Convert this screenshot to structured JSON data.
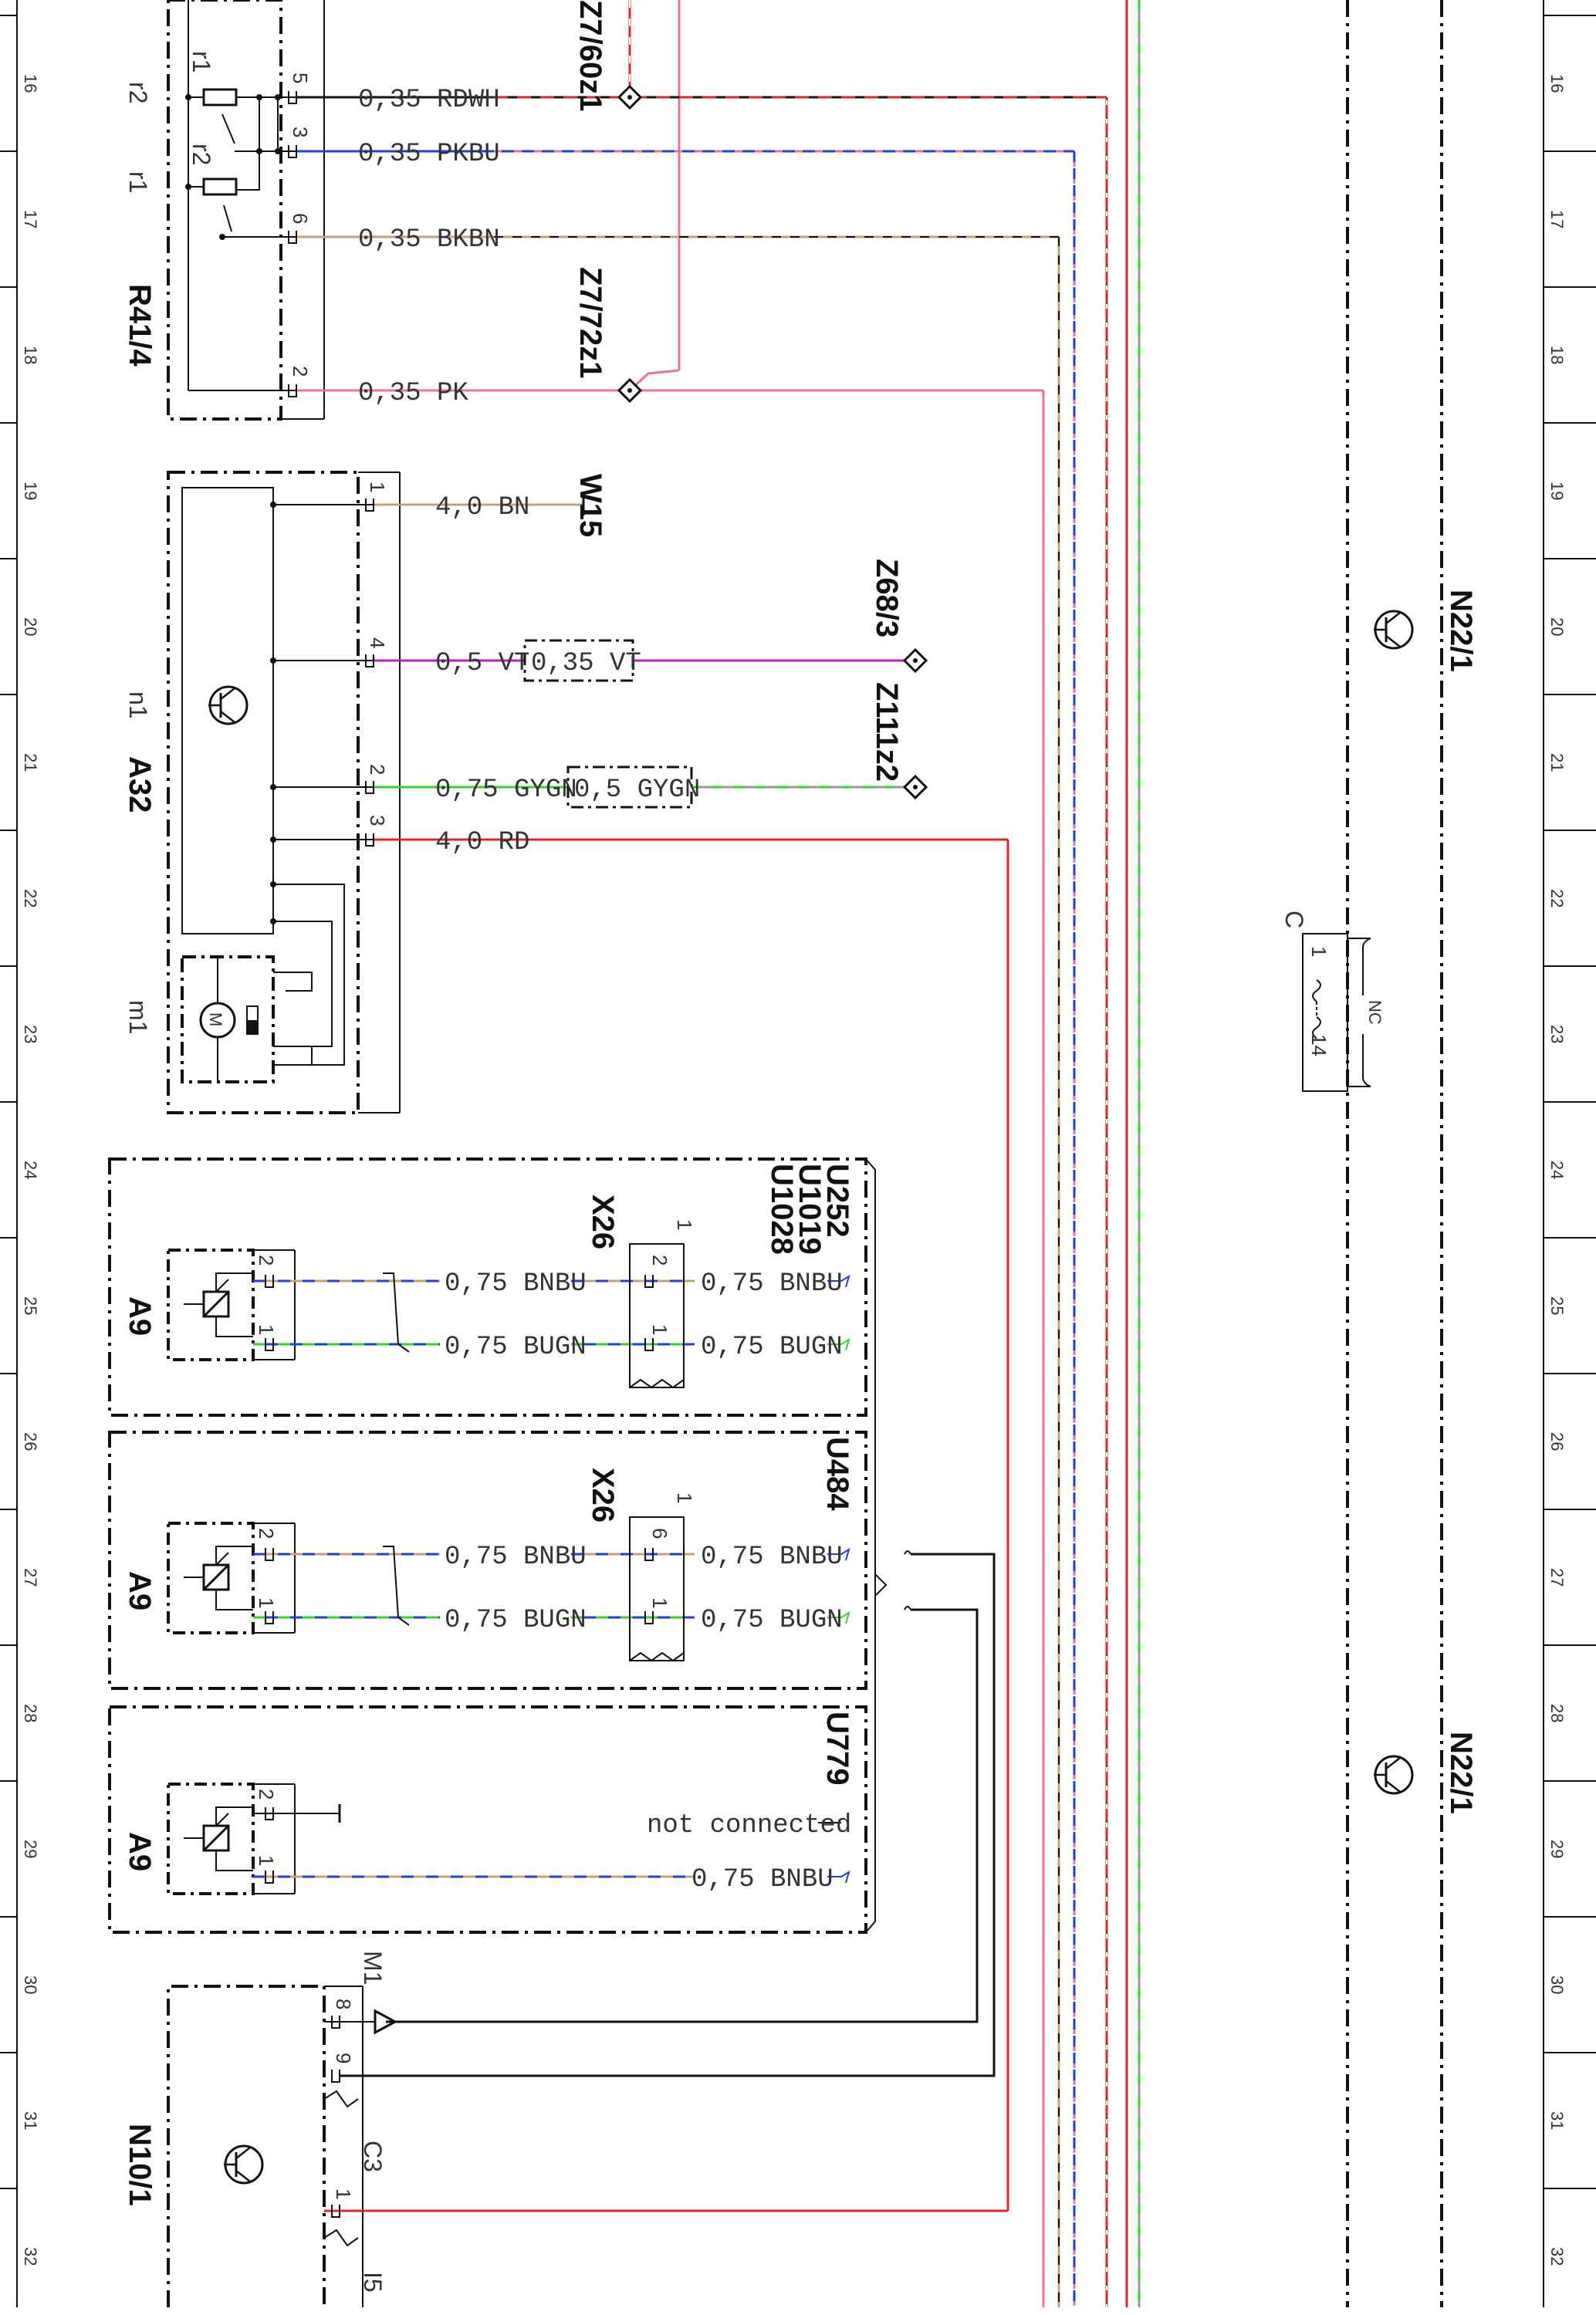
{
  "row_numbers": [
    "16",
    "17",
    "18",
    "19",
    "20",
    "21",
    "22",
    "23",
    "24",
    "25",
    "26",
    "27",
    "28",
    "29",
    "30",
    "31",
    "32"
  ],
  "components": {
    "r41": {
      "name": "R41/4",
      "sub1": "r1",
      "sub2": "r2",
      "int1": "r1",
      "int2": "r2",
      "pins": [
        "5",
        "3",
        "6",
        "2"
      ]
    },
    "a32": {
      "name": "A32",
      "n1": "n1",
      "m1": "m1",
      "motor": "M",
      "pins": [
        "1",
        "4",
        "2",
        "3"
      ]
    },
    "a9_top": {
      "name": "A9",
      "pins": [
        "2",
        "1"
      ]
    },
    "a9_mid": {
      "name": "A9",
      "pins": [
        "2",
        "1"
      ]
    },
    "a9_bot": {
      "name": "A9",
      "pins": [
        "2",
        "1"
      ]
    },
    "n10": {
      "name": "N10/1",
      "conn_m1": "M1",
      "conn_c3": "C3",
      "conn_i5": "I5",
      "pins": [
        "8",
        "9",
        "1"
      ]
    },
    "n22_top": {
      "name": "N22/1"
    },
    "n22_bot": {
      "name": "N22/1"
    },
    "switch": {
      "label_c": "C",
      "nc": "NC",
      "pin_a": "1",
      "pin_b": "14"
    }
  },
  "groups": {
    "g1": {
      "variants": [
        "U252",
        "U1019",
        "U1028"
      ]
    },
    "g2": {
      "variants": [
        "U484"
      ]
    },
    "g3": {
      "variants": [
        "U779"
      ]
    }
  },
  "connectors": {
    "x26_a": {
      "name": "X26",
      "tab": "1",
      "pins": [
        "2",
        "1"
      ]
    },
    "x26_b": {
      "name": "X26",
      "tab": "1",
      "pins": [
        "6",
        "1"
      ]
    }
  },
  "wires": {
    "rdwh": "0,35 RDWH",
    "pkbu": "0,35 PKBU",
    "bkbn": "0,35 BKBN",
    "pk": "0,35 PK",
    "bn": "4,0 BN",
    "vt1": "0,5 VT",
    "vt2": "0,35 VT",
    "gygn1": "0,75 GYGN",
    "gygn2": "0,5 GYGN",
    "rd": "4,0 RD",
    "bnbu": "0,75 BNBU",
    "bugn": "0,75 BUGN",
    "not_connected": "not connected"
  },
  "nodes": {
    "z7_60": "Z7/60z1",
    "z7_72": "Z7/72z1",
    "w15": "W15",
    "z68": "Z68/3",
    "z111": "Z111z2"
  },
  "colors": {
    "black": "#111111",
    "red": "#e0262a",
    "white_dash": "#ffffff",
    "pink": "#e8739a",
    "blue": "#1f3fd6",
    "brown": "#c4a07a",
    "violet": "#b41fc0",
    "green": "#37d22a",
    "grey": "#9a9a9a"
  }
}
